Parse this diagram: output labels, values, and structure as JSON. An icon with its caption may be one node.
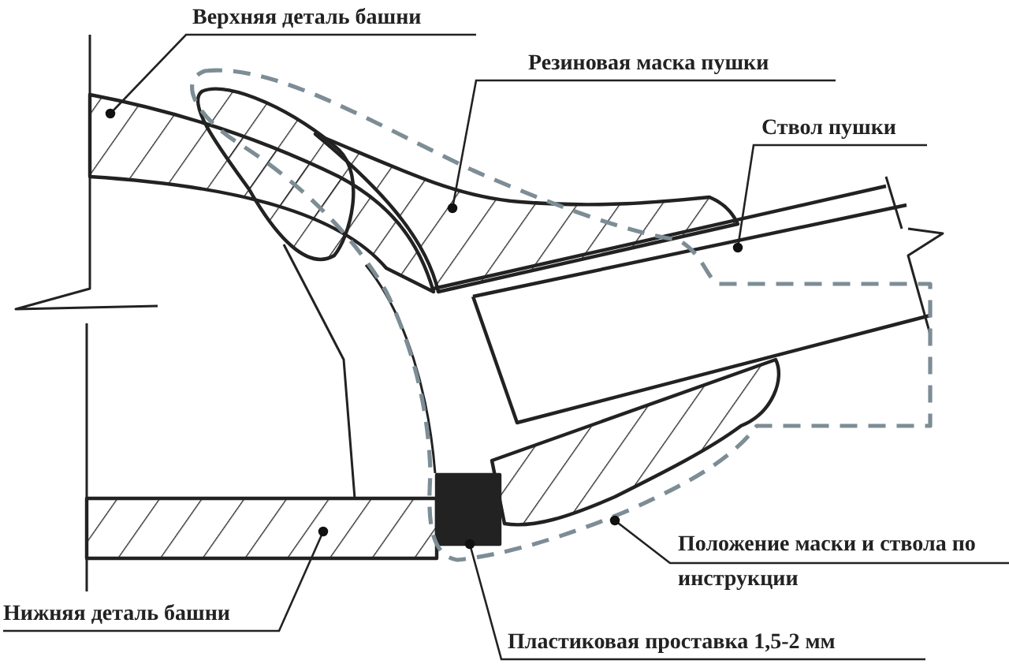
{
  "diagram": {
    "nodes": [
      {
        "text": [
          "Верхняя деталь башни"
        ]
      },
      {
        "text": [
          "Резиновая маска пушки"
        ]
      },
      {
        "text": [
          "Ствол пушки"
        ]
      },
      {
        "text": [
          "Положение маски и ствола по инструкции"
        ]
      },
      {
        "text": [
          "Пластиковая проставка 1,5-2 мм"
        ]
      },
      {
        "text": [
          "Нижняя деталь башни"
        ]
      }
    ],
    "edges": [
      {
        "from": 0,
        "to": null,
        "arrow": "other"
      },
      {
        "from": 1,
        "to": null,
        "arrow": "other"
      },
      {
        "from": 2,
        "to": null,
        "arrow": "other"
      },
      {
        "from": 3,
        "to": null,
        "arrow": "other"
      },
      {
        "from": 4,
        "to": null,
        "arrow": "other"
      },
      {
        "from": 5,
        "to": null,
        "arrow": "other"
      }
    ]
  }
}
